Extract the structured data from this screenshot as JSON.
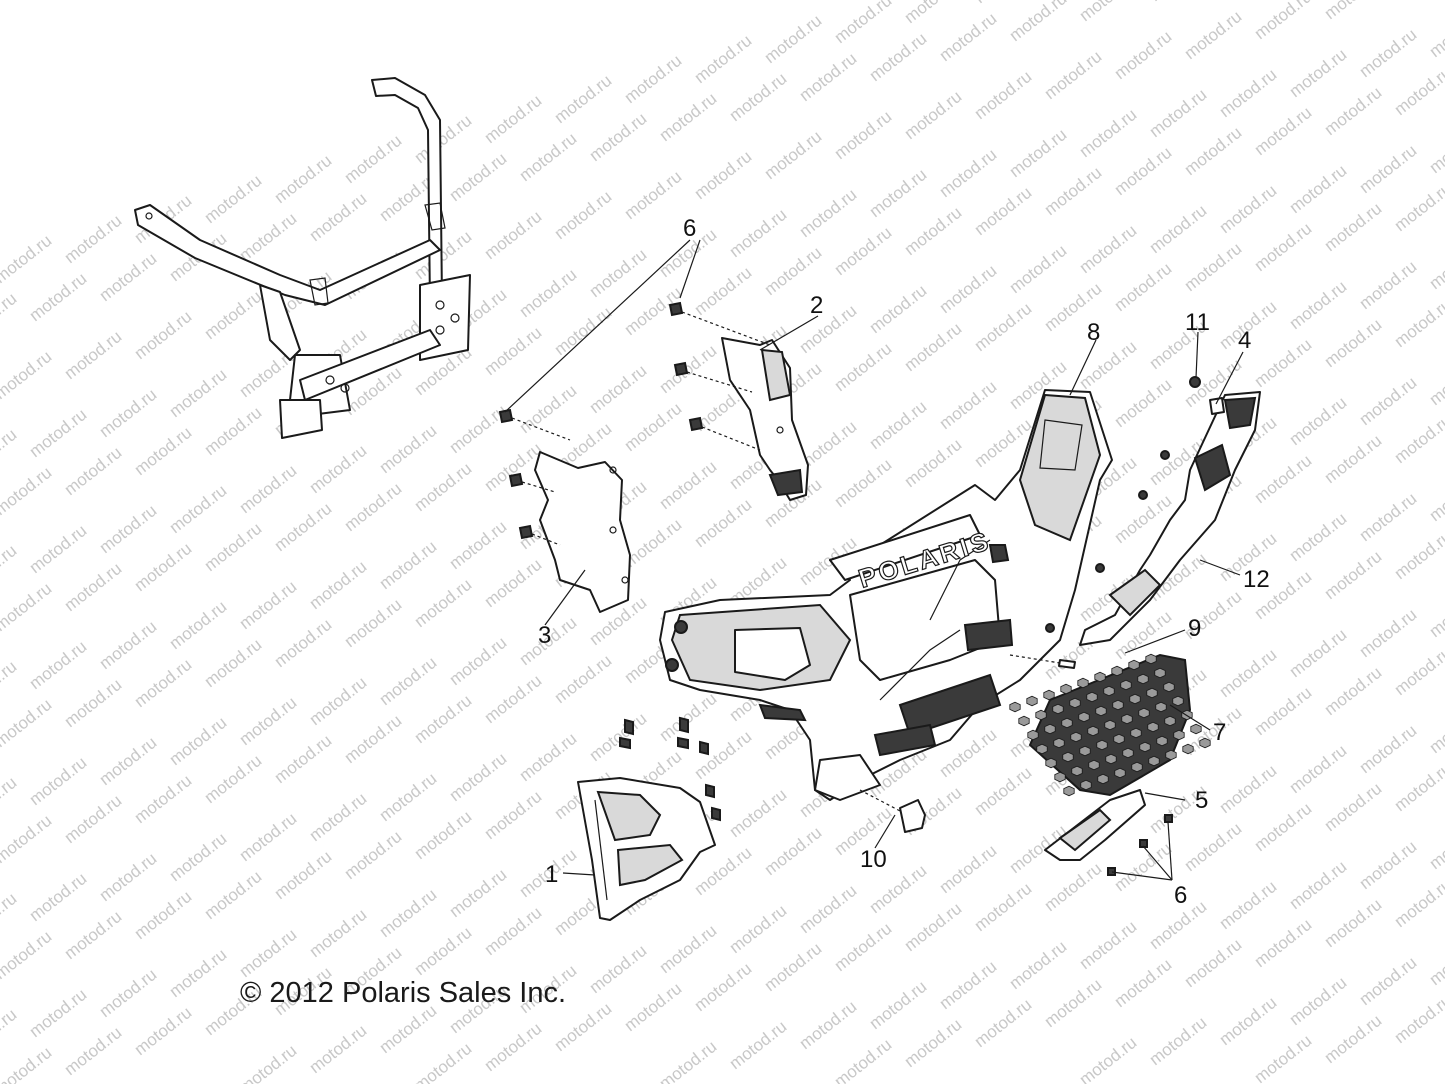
{
  "watermark": {
    "text": "motod.ru"
  },
  "copyright": "© 2012 Polaris Sales Inc.",
  "bumper_logo": "POLARIS",
  "callouts": {
    "c1": "1",
    "c2": "2",
    "c3": "3",
    "c4": "4",
    "c5": "5",
    "c6_top": "6",
    "c6_bottom": "6",
    "c7": "7",
    "c8": "8",
    "c9": "9",
    "c10": "10",
    "c11": "11",
    "c12": "12"
  },
  "colors": {
    "line": "#1a1a1a",
    "watermark": "#c8c8c8",
    "background": "#ffffff"
  }
}
